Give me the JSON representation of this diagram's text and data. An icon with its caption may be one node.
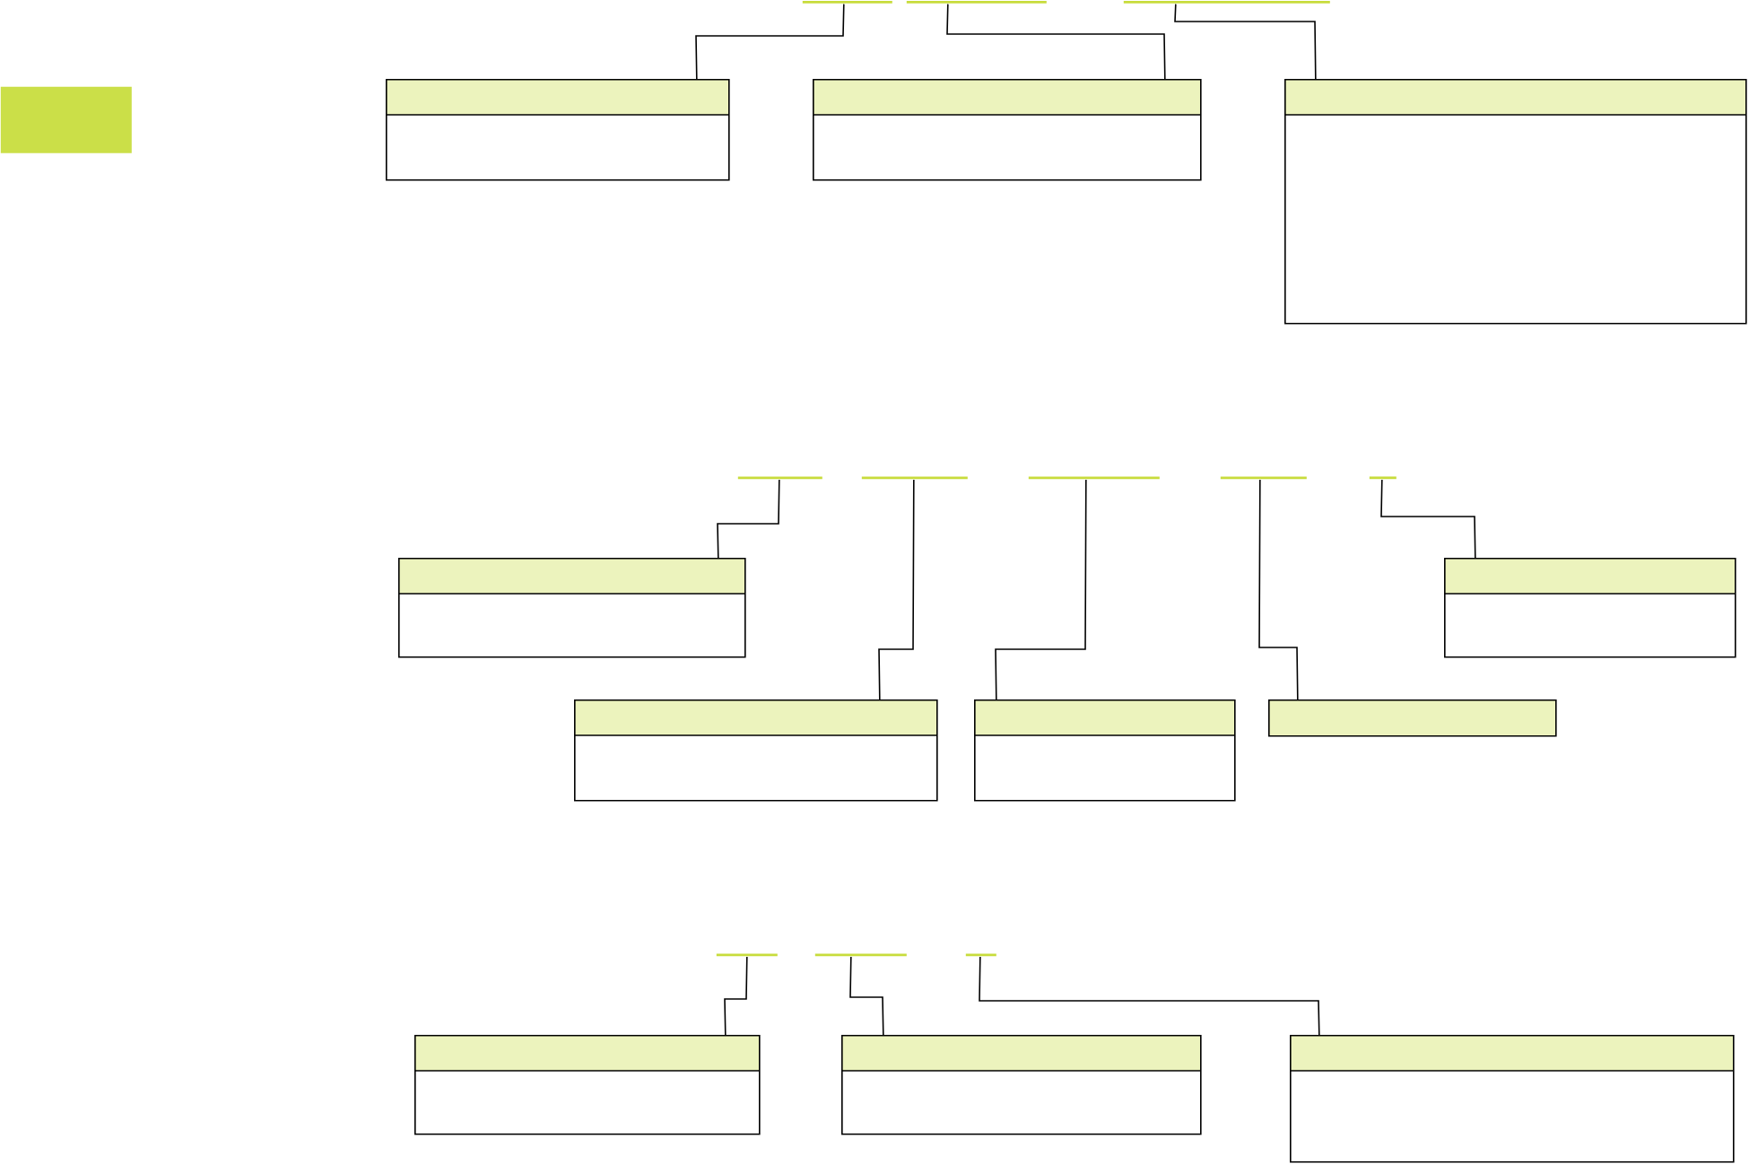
{
  "diagram": {
    "nodes": [
      {
        "text": [],
        "shape": "bar"
      },
      {
        "text": [],
        "shape": "line"
      },
      {
        "text": [],
        "shape": "line"
      },
      {
        "text": [],
        "shape": "line"
      },
      {
        "text": [],
        "shape": "box"
      },
      {
        "text": [],
        "shape": "box"
      },
      {
        "text": [],
        "shape": "box"
      },
      {
        "text": [],
        "shape": "line"
      },
      {
        "text": [],
        "shape": "line"
      },
      {
        "text": [],
        "shape": "line"
      },
      {
        "text": [],
        "shape": "line"
      },
      {
        "text": [],
        "shape": "line"
      },
      {
        "text": [],
        "shape": "box"
      },
      {
        "text": [],
        "shape": "box"
      },
      {
        "text": [],
        "shape": "box"
      },
      {
        "text": [],
        "shape": "box"
      },
      {
        "text": [],
        "shape": "bar"
      },
      {
        "text": [],
        "shape": "line"
      },
      {
        "text": [],
        "shape": "line"
      },
      {
        "text": [],
        "shape": "line"
      },
      {
        "text": [],
        "shape": "box"
      },
      {
        "text": [],
        "shape": "box"
      },
      {
        "text": [],
        "shape": "box"
      }
    ],
    "edges": [
      {
        "from": 1,
        "to": 4,
        "arrow": "none"
      },
      {
        "from": 2,
        "to": 5,
        "arrow": "none"
      },
      {
        "from": 3,
        "to": 6,
        "arrow": "none"
      },
      {
        "from": 7,
        "to": 12,
        "arrow": "none"
      },
      {
        "from": 8,
        "to": 14,
        "arrow": "none"
      },
      {
        "from": 9,
        "to": 15,
        "arrow": "none"
      },
      {
        "from": 10,
        "to": 16,
        "arrow": "none"
      },
      {
        "from": 11,
        "to": 13,
        "arrow": "none"
      },
      {
        "from": 17,
        "to": 20,
        "arrow": "none"
      },
      {
        "from": 18,
        "to": 21,
        "arrow": "none"
      },
      {
        "from": 19,
        "to": 22,
        "arrow": "none"
      }
    ]
  }
}
